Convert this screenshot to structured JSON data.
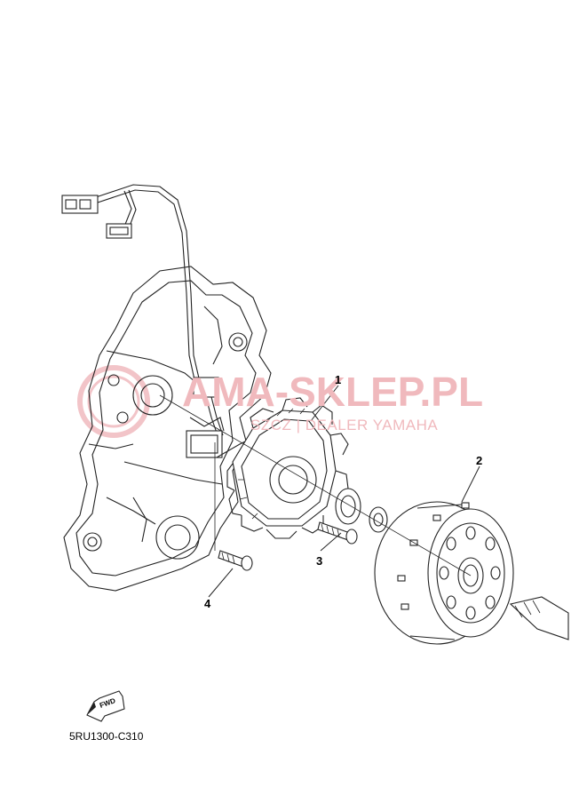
{
  "watermark": {
    "main_text": "AMA-SKLEP.PL",
    "sub_text": "SZCZ | DEALER YAMAHA",
    "color": "#f0b9bd"
  },
  "callouts": [
    {
      "id": "1",
      "label": "1"
    },
    {
      "id": "2",
      "label": "2"
    },
    {
      "id": "3",
      "label": "3"
    },
    {
      "id": "4",
      "label": "4"
    }
  ],
  "fwd_label": "FWD",
  "diagram_code": "5RU1300-C310",
  "icons": [
    "fwd-arrow-icon",
    "watermark-logo-icon"
  ]
}
